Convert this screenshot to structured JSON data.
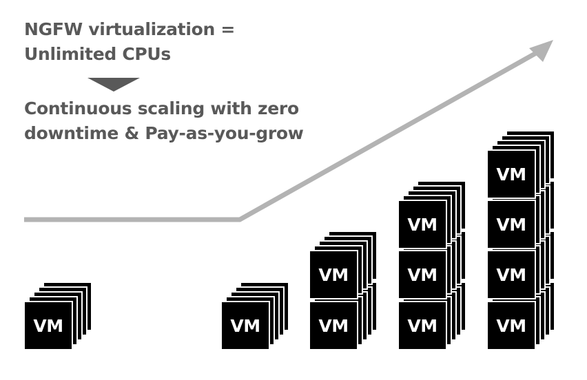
{
  "headline": {
    "line1": "NGFW virtualization =",
    "line2": "Unlimited CPUs",
    "line3": "Continuous scaling with zero",
    "line4": "downtime & Pay-as-you-grow"
  },
  "vm_label": "VM",
  "colors": {
    "text": "#595959",
    "arrow": "#b3b3b3",
    "marker": "#595959",
    "vm_fill": "#000000",
    "vm_text": "#ffffff"
  },
  "stage_vm_counts": [
    1,
    1,
    2,
    3,
    4
  ]
}
